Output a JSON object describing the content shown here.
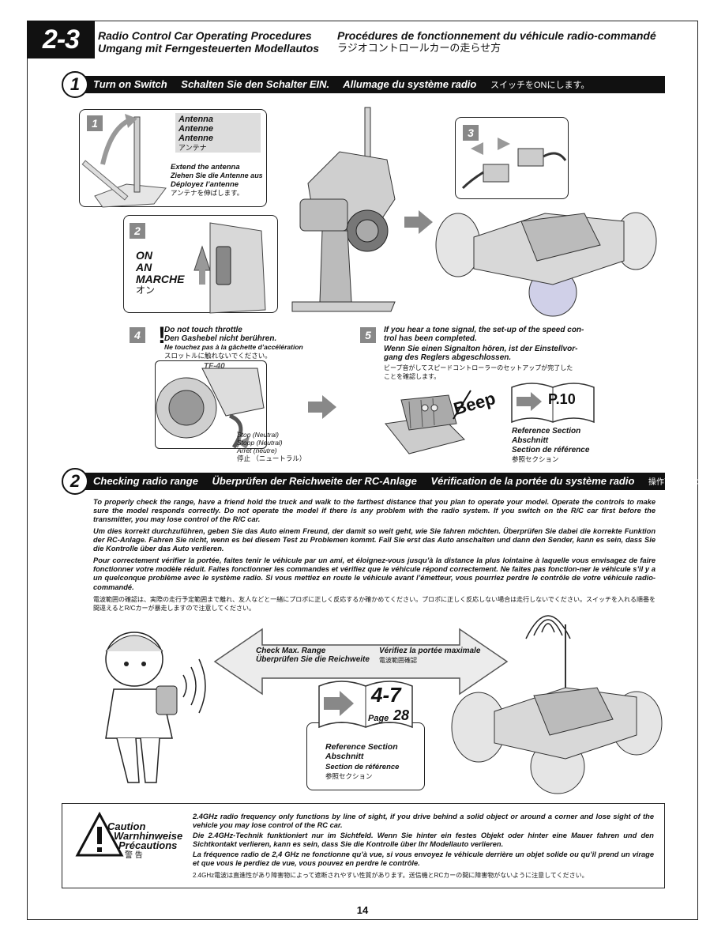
{
  "header": {
    "section_number": "2-3",
    "title_en": "Radio Control Car Operating Procedures",
    "title_de": "Umgang mit Ferngesteuerten Modellautos",
    "title_fr": "Procédures de fonctionnement du véhicule radio-commandé",
    "title_jp": "ラジオコントロールカーの走らせ方"
  },
  "step1": {
    "number": "1",
    "bar_en": "Turn on Switch",
    "bar_de": "Schalten Sie den Schalter EIN.",
    "bar_fr": "Allumage du système radio",
    "bar_jp": "スイッチをONにします。",
    "box1": {
      "number": "1",
      "antenna_labels": [
        "Antenna",
        "Antenne",
        "Antenne",
        "アンテナ"
      ],
      "extend_lines": [
        "Extend the antenna",
        "Ziehen Sie die Antenne aus",
        "Déployez l’antenne",
        "アンテナを伸ばします。"
      ]
    },
    "box2": {
      "number": "2",
      "on_labels": [
        "ON",
        "AN",
        "MARCHE",
        "オン"
      ]
    },
    "box3": {
      "number": "3"
    },
    "box4": {
      "number": "4",
      "throttle_lines": [
        "Do not touch throttle",
        "Den Gashebel nicht berühren.",
        "Ne touchez pas à la gâchette d’accélération",
        "スロットルに触れないでください。"
      ],
      "neutral_lines": [
        "Stop (Neutral)",
        "Stopp (Neutral)",
        "Arrêt (neutre)",
        "停止 （ニュートラル）"
      ],
      "transmitter_model": "TF-40"
    },
    "box5": {
      "number": "5",
      "lines_en": [
        "If you hear a tone signal, the set-up of the speed con-",
        "trol has been completed."
      ],
      "lines_de": [
        "Wenn Sie einen Signalton hören, ist der Einstellvor-",
        "gang des Reglers abgeschlossen."
      ],
      "lines_jp": [
        "ビープ音がしてスピードコントローラーのセットアップが完了した",
        "ことを確認します。"
      ],
      "beep": "Beep",
      "ref_page": "P.10",
      "ref_lines": [
        "Reference Section",
        "Abschnitt",
        "Section de référence",
        "参照セクション"
      ]
    }
  },
  "step2": {
    "number": "2",
    "bar_en": "Checking radio range",
    "bar_de": "Überprüfen der Reichweite der RC-Anlage",
    "bar_fr": "Vérification de la portée du système radio",
    "bar_jp": "操作可能範囲の確認",
    "para_en": "To properly check the range, have a friend hold the truck and walk to the farthest distance that you plan to operate your model. Operate the controls to make sure the model responds correctly. Do not operate the model if there is any problem with the radio system. If you switch on the R/C car first before the transmitter, you may lose control of the R/C car.",
    "para_de": "Um dies korrekt durchzuführen, geben Sie das Auto einem Freund, der damit so weit geht, wie Sie fahren möchten. Überprüfen Sie dabei die korrekte Funktion der RC-Anlage. Fahren Sie nicht, wenn es bei diesem Test zu Problemen kommt. Fall Sie erst das Auto anschalten und dann den Sender, kann es sein, dass Sie die Kontrolle über das Auto verlieren.",
    "para_fr": "Pour correctement vérifier la portée, faites tenir le véhicule par un ami, et éloignez-vous jusqu’à la distance la plus lointaine à laquelle vous envisagez de faire fonctionner votre modèle réduit. Faites fonctionner les commandes et vérifiez que le véhicule répond correctement. Ne faites pas fonction-ner le véhicule s’il y a un quelconque problème avec le système radio. Si vous mettiez en route le véhicule avant l’émetteur, vous pourriez perdre le contrôle de votre véhicule radio-commandé.",
    "para_jp": "電波範囲の確認は、実際の走行予定範囲まで離れ、友人などと一緒にプロポに正しく反応するか確かめてください。プロポに正しく反応しない場合は走行しないでください。スイッチを入れる順番を間違えるとR/Cカーが暴走しますので注意してください。",
    "arrow_en": "Check Max. Range",
    "arrow_de": "Überprüfen Sie die Reichweite",
    "arrow_fr": "Vérifiez la portée maximale",
    "arrow_jp": "電波範囲確認",
    "ref_section": "4-7",
    "ref_page_label": "Page",
    "ref_page": "28",
    "ref_lines": [
      "Reference Section",
      "Abschnitt",
      "Section de référence",
      "参照セクション"
    ]
  },
  "caution": {
    "labels": [
      "Caution",
      "Warnhinweise",
      "Précautions",
      "警 告"
    ],
    "text_en": "2.4GHz radio frequency only functions by line of sight, if you drive behind a solid object or around a corner and lose sight of the vehicle you may lose control of the RC car.",
    "text_de": "Die 2.4GHz-Technik funktioniert nur im Sichtfeld. Wenn Sie hinter ein festes Objekt oder hinter eine Mauer fahren und den Sichtkontakt verlieren, kann es sein, dass Sie die Kontrolle über Ihr Modellauto verlieren.",
    "text_fr": "La fréquence radio de 2,4 GHz ne fonctionne qu’à vue, si vous envoyez le véhicule derrière un objet solide ou qu’il prend un virage et que vous le perdiez de vue, vous pouvez en perdre le contrôle.",
    "text_jp": "2.4GHz電波は直進性があり障害物によって遮断されやすい性質があります。送信機とRCカーの間に障害物がないように注意してください。"
  },
  "page_number": "14"
}
